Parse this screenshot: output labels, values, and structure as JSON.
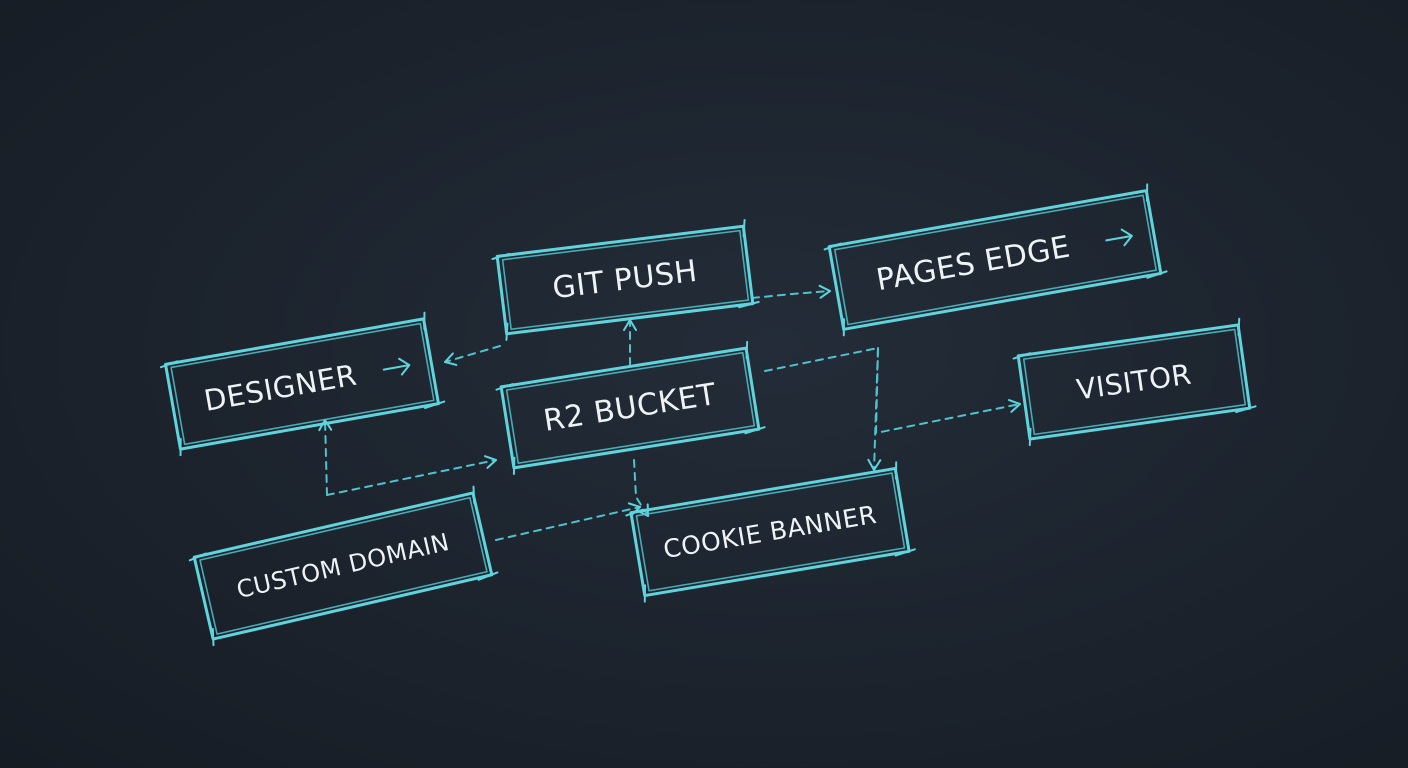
{
  "colors": {
    "background": "#1c232d",
    "stroke": "#5fd4dd",
    "stroke_soft": "#4fc3cc",
    "text": "#eef3f5"
  },
  "nodes": [
    {
      "id": "git-push",
      "label": "GIT PUSH",
      "trailing_arrow": false
    },
    {
      "id": "pages-edge",
      "label": "PAGES EDGE",
      "trailing_arrow": true
    },
    {
      "id": "designer",
      "label": "DESIGNER",
      "trailing_arrow": true
    },
    {
      "id": "r2-bucket",
      "label": "R2 BUCKET",
      "trailing_arrow": false
    },
    {
      "id": "visitor",
      "label": "VISITOR",
      "trailing_arrow": false
    },
    {
      "id": "custom-domain",
      "label": "CUSTOM DOMAIN",
      "trailing_arrow": false
    },
    {
      "id": "cookie-banner",
      "label": "COOKIE BANNER",
      "trailing_arrow": false
    }
  ],
  "connections": [
    {
      "from": "git-push",
      "to": "pages-edge"
    },
    {
      "from": "git-push",
      "to": "designer"
    },
    {
      "from": "r2-bucket",
      "to": "git-push"
    },
    {
      "from": "r2-bucket",
      "to": "cookie-banner"
    },
    {
      "from": "r2-bucket",
      "to": "visitor"
    },
    {
      "from": "r2-bucket",
      "to": "cookie-banner"
    },
    {
      "from": "custom-domain",
      "to": "designer"
    },
    {
      "from": "custom-domain",
      "to": "r2-bucket"
    },
    {
      "from": "custom-domain",
      "to": "cookie-banner"
    }
  ]
}
